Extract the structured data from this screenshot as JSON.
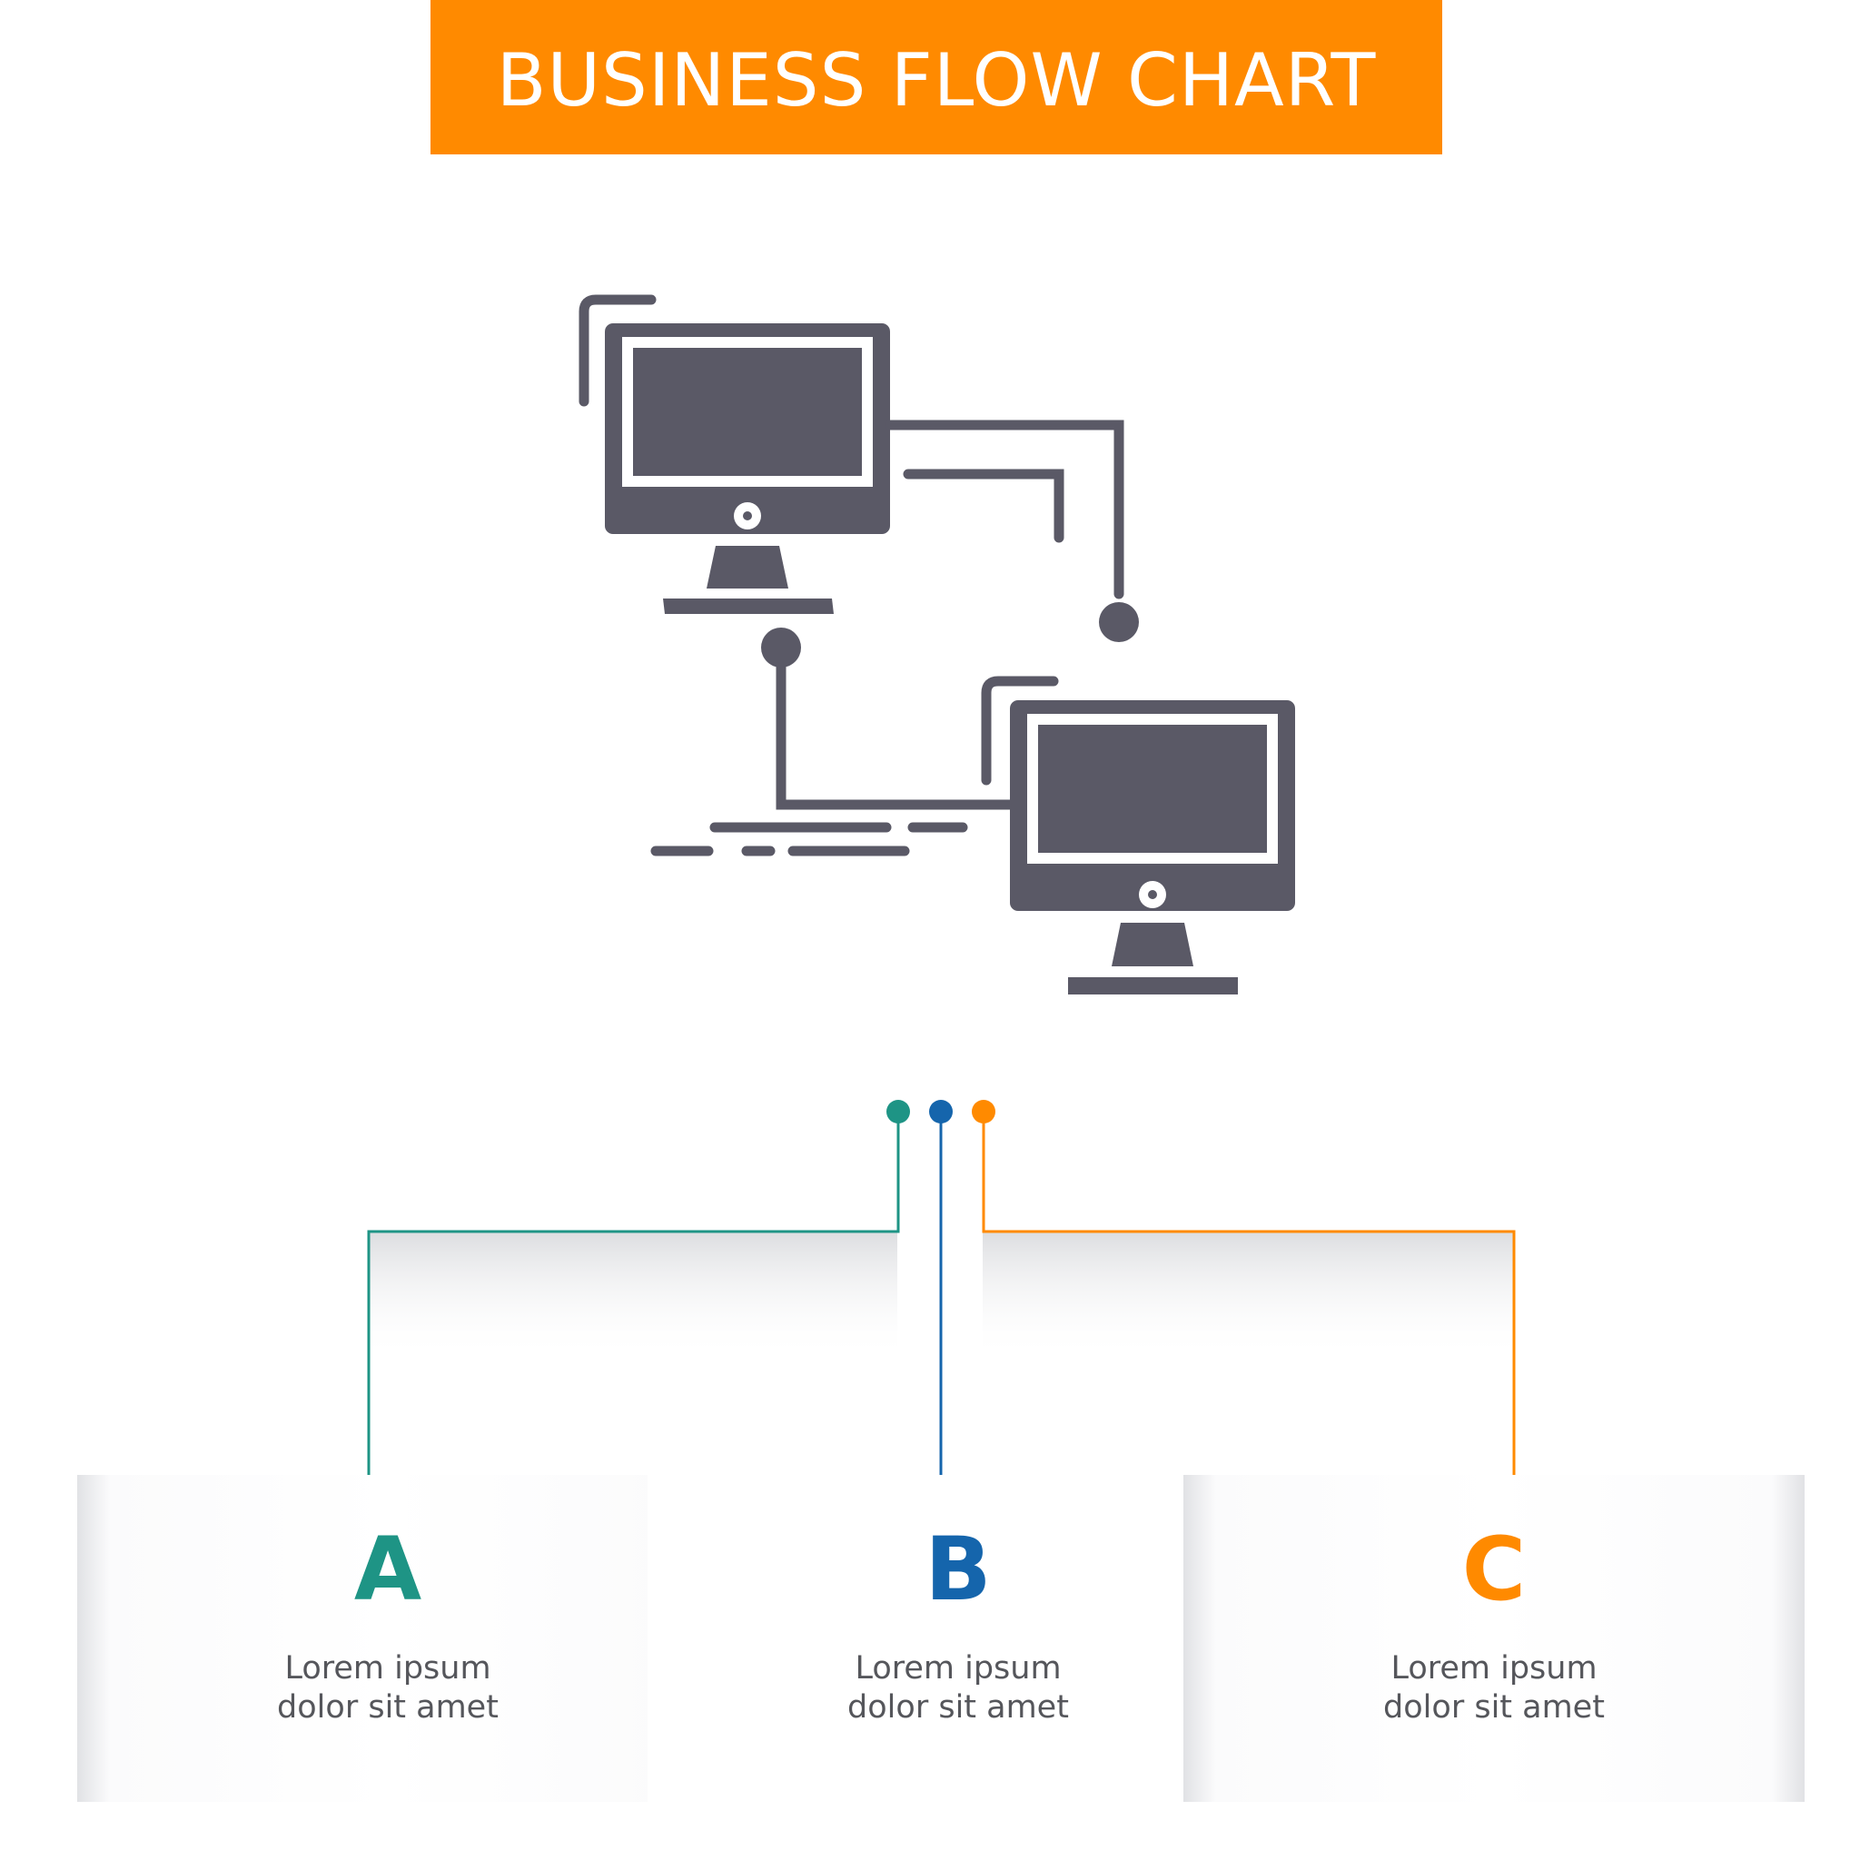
{
  "header": {
    "title": "BUSINESS FLOW CHART"
  },
  "colors": {
    "header_orange": "#FF8A00",
    "icon_gray": "#5A5966",
    "teal": "#1E9485",
    "blue": "#1565AC",
    "orange": "#FF8A00",
    "text_gray": "#55565B"
  },
  "icon": {
    "name": "computer-network-icon"
  },
  "cards": [
    {
      "letter": "A",
      "line1": "Lorem ipsum",
      "line2": "dolor sit amet",
      "color": "#1E9485"
    },
    {
      "letter": "B",
      "line1": "Lorem ipsum",
      "line2": "dolor sit amet",
      "color": "#1565AC"
    },
    {
      "letter": "C",
      "line1": "Lorem ipsum",
      "line2": "dolor sit amet",
      "color": "#FF8A00"
    }
  ]
}
